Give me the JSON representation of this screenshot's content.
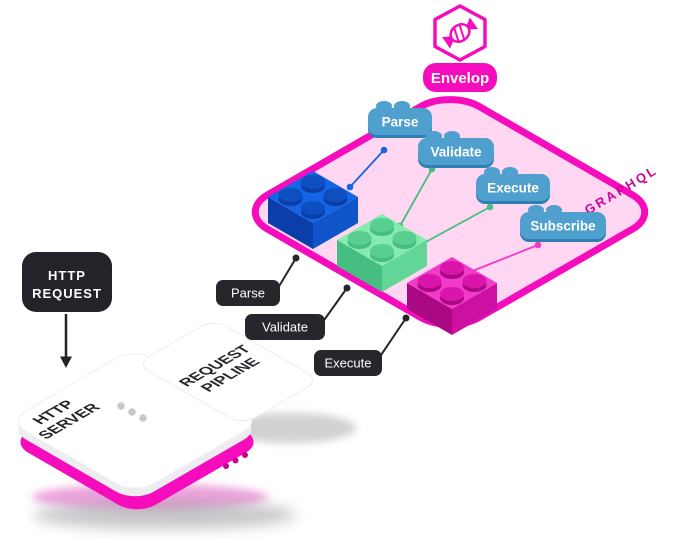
{
  "diagram": {
    "envelop_badge": "Envelop",
    "brand_label": "GRAPHQL",
    "plugin_hooks": [
      {
        "label": "Parse"
      },
      {
        "label": "Validate"
      },
      {
        "label": "Execute"
      },
      {
        "label": "Subscribe"
      }
    ],
    "pipeline_steps": [
      {
        "label": "Parse"
      },
      {
        "label": "Validate"
      },
      {
        "label": "Execute"
      }
    ],
    "http_request": {
      "line1": "HTTP",
      "line2": "REQUEST"
    },
    "http_server": {
      "line1": "HTTP",
      "line2": "SERVER"
    },
    "request_pipeline": {
      "line1": "REQUEST",
      "line2": "PIPLINE"
    },
    "icons": [
      {
        "name": "candy-icon"
      },
      {
        "name": "hexagon-logo"
      },
      {
        "name": "down-arrow"
      }
    ],
    "colors": {
      "magenta": "#f50cbc",
      "platform_pink": "#ffd7f3",
      "graphql_text": "#cf0298",
      "hook_blue": "#4fa0ce",
      "hook_blue_dark": "#2e7fb2",
      "brick_blue": "#1465e6",
      "brick_green": "#85ebae",
      "brick_pink": "#f03ac8",
      "dark": "#26262c"
    }
  }
}
